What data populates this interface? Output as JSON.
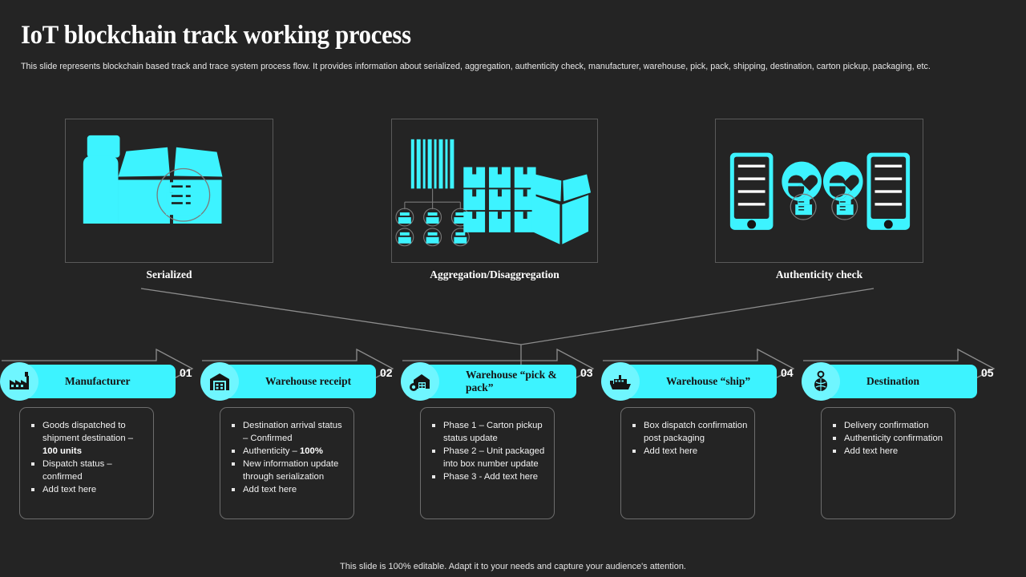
{
  "header": {
    "title": "IoT blockchain track working process",
    "subtitle": "This slide represents blockchain based track and trace system process flow. It provides information about serialized, aggregation, authenticity check, manufacturer, warehouse, pick, pack, shipping, destination, carton pickup, packaging, etc."
  },
  "colors": {
    "background": "#242424",
    "accent_cyan": "#3DF3FF",
    "badge_cyan": "#6ff6ff",
    "panel_border": "#5a5a5a",
    "card_border": "#6d6d6d",
    "text": "#ffffff",
    "pill_text": "#151515"
  },
  "panels": [
    {
      "caption": "Serialized",
      "icons": [
        "bottle-icon",
        "open-box-icon",
        "label-document-icon"
      ]
    },
    {
      "caption": "Aggregation/Disaggregation",
      "icons": [
        "barcode-icon",
        "label-tree-icon",
        "carton-grid-icon",
        "open-box-icon"
      ]
    },
    {
      "caption": "Authenticity check",
      "icons": [
        "smartphone-icon",
        "capsule-pill-icon",
        "label-document-icon",
        "capsule-pill-icon",
        "smartphone-icon"
      ]
    }
  ],
  "process": {
    "steps": [
      {
        "number": "01",
        "label": "Manufacturer",
        "icon": "factory-icon",
        "bullets": [
          {
            "text": "Goods dispatched to shipment destination – ",
            "strong": "100 units"
          },
          {
            "text": "Dispatch status – confirmed",
            "strong": ""
          },
          {
            "text": "Add text here",
            "strong": ""
          }
        ]
      },
      {
        "number": "02",
        "label": "Warehouse receipt",
        "icon": "warehouse-icon",
        "bullets": [
          {
            "text": "Destination arrival status – Confirmed",
            "strong": ""
          },
          {
            "text": "Authenticity – ",
            "strong": "100%"
          },
          {
            "text": "New information update through serialization",
            "strong": ""
          },
          {
            "text": "Add text here",
            "strong": ""
          }
        ]
      },
      {
        "number": "03",
        "label": "Warehouse “pick & pack”",
        "icon": "warehouse-pick-pack-icon",
        "bullets": [
          {
            "text": "Phase 1 – Carton pickup status update",
            "strong": ""
          },
          {
            "text": "Phase 2 – Unit packaged into box number update",
            "strong": ""
          },
          {
            "text": "Phase 3 - Add text here",
            "strong": ""
          }
        ]
      },
      {
        "number": "04",
        "label": "Warehouse “ship”",
        "icon": "cargo-ship-icon",
        "bullets": [
          {
            "text": "Box dispatch confirmation post packaging",
            "strong": ""
          },
          {
            "text": "Add text here",
            "strong": ""
          }
        ]
      },
      {
        "number": "05",
        "label": "Destination",
        "icon": "location-pin-icon",
        "bullets": [
          {
            "text": "Delivery confirmation",
            "strong": ""
          },
          {
            "text": "Authenticity confirmation",
            "strong": ""
          },
          {
            "text": "Add text here",
            "strong": ""
          }
        ]
      }
    ]
  },
  "footer": {
    "note": "This slide is 100% editable. Adapt it to your needs and capture your audience's attention."
  }
}
